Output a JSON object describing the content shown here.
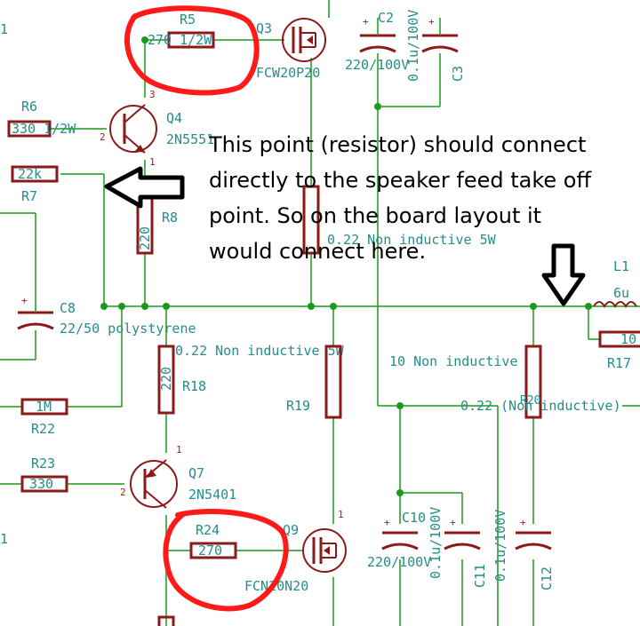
{
  "components": {
    "r5": {
      "ref": "R5",
      "value": "270 1/2W"
    },
    "q3": {
      "ref": "Q3",
      "value": "FCW20P20"
    },
    "c2": {
      "ref": "C2",
      "value": "220/100V"
    },
    "c3": {
      "ref": "C3",
      "value": "0.1u/100V"
    },
    "r6": {
      "ref": "R6",
      "value": "330 1/2W"
    },
    "q4": {
      "ref": "Q4",
      "value": "2N5551"
    },
    "r7": {
      "ref": "R7",
      "value": "22k"
    },
    "r8": {
      "ref": "R8",
      "value": "220"
    },
    "r_mid": {
      "value": "0.22 Non inductive 5W"
    },
    "l1": {
      "ref": "L1",
      "value": "6u"
    },
    "c8": {
      "ref": "C8",
      "value": "22/50 polystyrene"
    },
    "r_low": {
      "value": "0.22 Non inductive 5W"
    },
    "r17": {
      "ref": "R17",
      "value": "10"
    },
    "r_10ni": {
      "value": "10 Non inductive"
    },
    "r18": {
      "ref": "R18",
      "value": "220"
    },
    "r19": {
      "ref": "R19"
    },
    "r20": {
      "ref": "R20",
      "value": "0.22 (Non inductive)"
    },
    "r22": {
      "ref": "R22",
      "value": "1M"
    },
    "r23": {
      "ref": "R23",
      "value": "330"
    },
    "q7": {
      "ref": "Q7",
      "value": "2N5401"
    },
    "c10": {
      "ref": "C10",
      "value": "220/100V"
    },
    "c11": {
      "ref": "C11",
      "value": "0.1u/100V"
    },
    "c12": {
      "ref": "C12",
      "value": "0.1u/100V"
    },
    "r24": {
      "ref": "R24",
      "value": "270"
    },
    "q9": {
      "ref": "Q9",
      "value": "FCN20N20"
    }
  },
  "pins": {
    "one": "1",
    "two": "2",
    "three": "3",
    "plus": "+"
  },
  "annotation": {
    "line1": "This point (resistor) should connect",
    "line2": "directly to the speaker feed take off",
    "line3": "point. So on the board layout it",
    "line4": "would connect here."
  },
  "colors": {
    "wire": "#1a9a1a",
    "part": "#8b1a1a",
    "label": "#268c8c",
    "highlight": "#ff1a1a"
  }
}
